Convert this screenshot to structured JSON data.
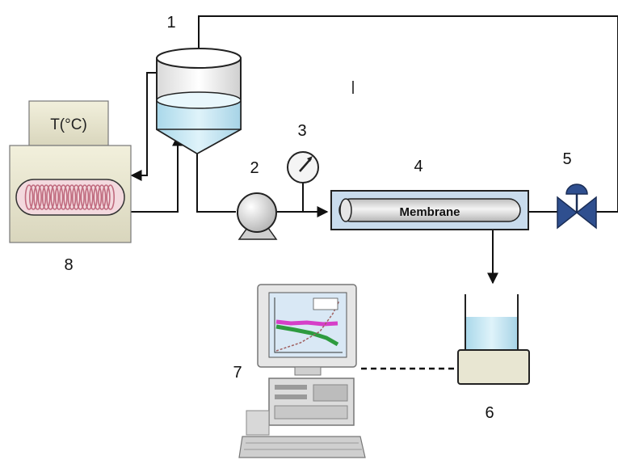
{
  "diagram": {
    "labels": {
      "feed_tank": "1",
      "pump": "2",
      "pressure_gauge": "3",
      "membrane_module": "4",
      "valve": "5",
      "permeate_balance": "6",
      "computer": "7",
      "thermostat": "8"
    },
    "membrane_text": "Membrane",
    "thermostat_text": "T(°C)"
  },
  "colors": {
    "line": "#111111",
    "liquid": "#bfe4f2",
    "unit_body": "#e9e6d0",
    "coil": "#c06b7f",
    "valve": "#2f4f8f",
    "module_frame": "#c9dced",
    "membrane_tube": "#d6d6d6"
  }
}
